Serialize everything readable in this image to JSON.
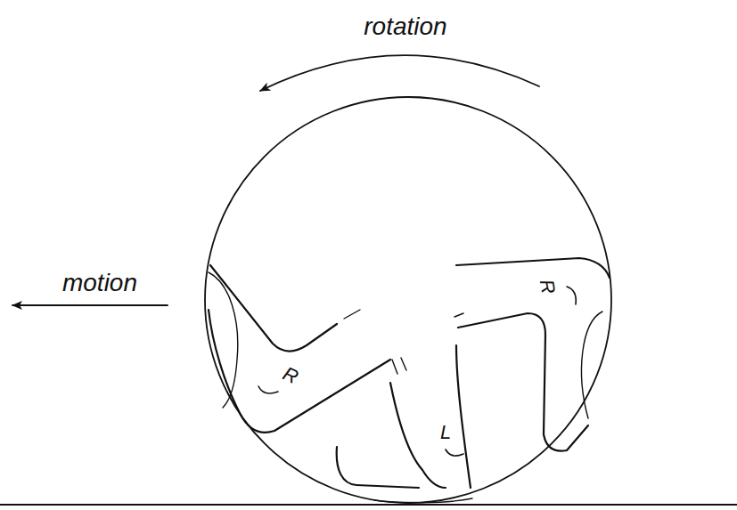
{
  "diagram": {
    "labels": [
      "rotation",
      "motion",
      "R",
      "R",
      "L"
    ]
  }
}
